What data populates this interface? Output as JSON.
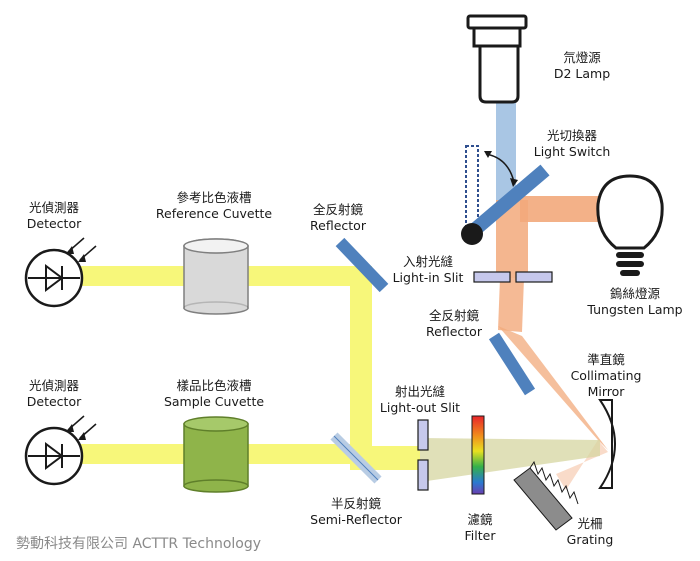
{
  "labels": {
    "d2_lamp": {
      "zh": "氘燈源",
      "en": "D2 Lamp"
    },
    "light_switch": {
      "zh": "光切換器",
      "en": "Light Switch"
    },
    "tungsten_lamp": {
      "zh": "鎢絲燈源",
      "en": "Tungsten Lamp"
    },
    "light_in_slit": {
      "zh": "入射光縫",
      "en": "Light-in Slit"
    },
    "reflector_top": {
      "zh": "全反射鏡",
      "en": "Reflector"
    },
    "reflector_mid": {
      "zh": "全反射鏡",
      "en": "Reflector"
    },
    "collimating_mirror": {
      "zh": "準直鏡",
      "en": "Collimating",
      "en2": "Mirror"
    },
    "grating": {
      "zh": "光柵",
      "en": "Grating"
    },
    "filter": {
      "zh": "濾鏡",
      "en": "Filter"
    },
    "light_out_slit": {
      "zh": "射出光縫",
      "en": "Light-out Slit"
    },
    "semi_reflector": {
      "zh": "半反射鏡",
      "en": "Semi-Reflector"
    },
    "reference_cuvette": {
      "zh": "參考比色液槽",
      "en": "Reference Cuvette"
    },
    "sample_cuvette": {
      "zh": "樣品比色液槽",
      "en": "Sample Cuvette"
    },
    "detector_top": {
      "zh": "光偵測器",
      "en": "Detector"
    },
    "detector_bottom": {
      "zh": "光偵測器",
      "en": "Detector"
    }
  },
  "footer": "勢動科技有限公司 ACTTR Technology",
  "colors": {
    "beam_yellow": "#f7f77a",
    "beam_blue": "#a9c6e4",
    "beam_orange": "#f2a97b",
    "mirror_blue": "#4f81bd",
    "slit_lavender": "#c6c8ec",
    "reference_gray": "#d9d9d9",
    "sample_green": "#8fb44a",
    "outline": "#1a1a1a"
  }
}
